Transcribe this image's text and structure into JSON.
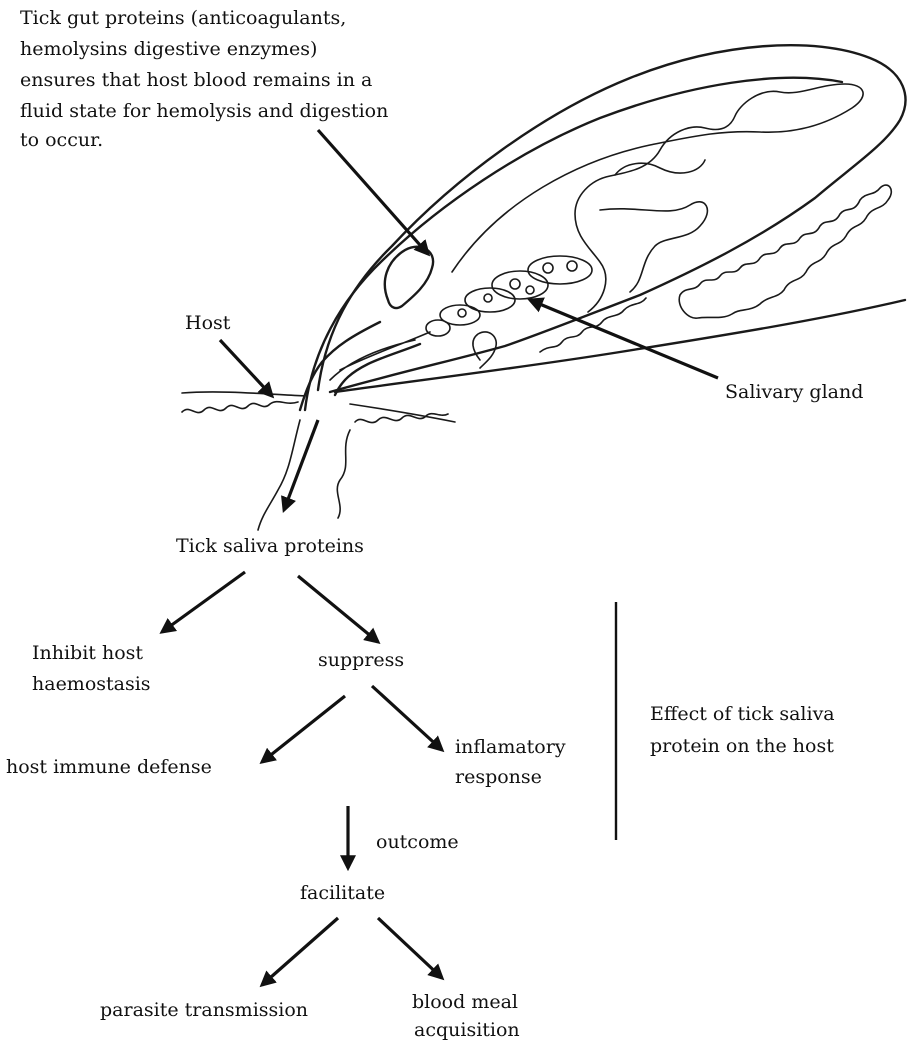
{
  "annotations": {
    "gut_proteins": [
      "Tick gut proteins (anticoagulants,",
      "hemolysins  digestive enzymes)",
      "ensures that host blood remains in a",
      "fluid state for hemolysis and digestion",
      "to occur."
    ],
    "host": "Host",
    "salivary_gland": "Salivary gland"
  },
  "flow": {
    "saliva_proteins": "Tick saliva proteins",
    "inhibit": [
      "Inhibit host",
      "haemostasis"
    ],
    "suppress": "suppress",
    "immune_defense": "host immune defense",
    "inflammatory": [
      "inflamatory",
      "response"
    ],
    "outcome": "outcome",
    "facilitate": "facilitate",
    "parasite_transmission": "parasite transmission",
    "blood_meal": [
      "blood meal",
      "acquisition"
    ]
  },
  "side_note": [
    "Effect of tick saliva",
    "protein on the host"
  ]
}
